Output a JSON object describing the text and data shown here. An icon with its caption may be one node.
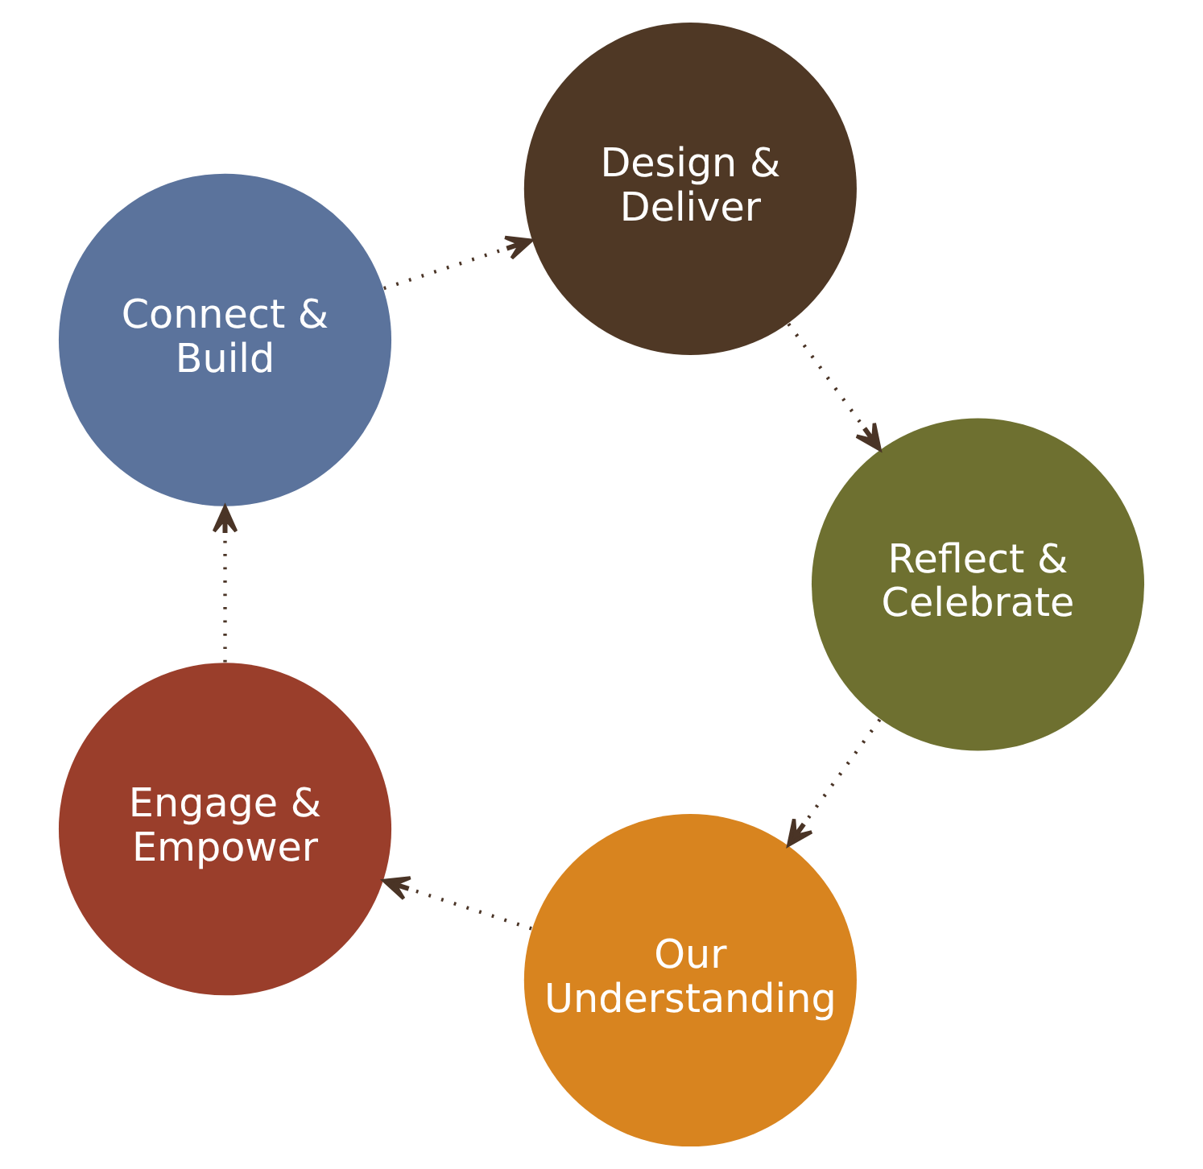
{
  "diagram": {
    "nodes": [
      {
        "text": [
          "Our Understanding"
        ]
      },
      {
        "text": [
          "Engage & Empower"
        ]
      },
      {
        "text": [
          "Connect & Build"
        ]
      },
      {
        "text": [
          "Design & Deliver"
        ]
      },
      {
        "text": [
          "Reflect & Celebrate"
        ]
      }
    ],
    "edges": [
      {
        "from": 0,
        "to": 1,
        "arrow": "to"
      },
      {
        "from": 1,
        "to": 2,
        "arrow": "to"
      },
      {
        "from": 2,
        "to": 3,
        "arrow": "to"
      },
      {
        "from": 3,
        "to": 4,
        "arrow": "to"
      },
      {
        "from": 4,
        "to": 0,
        "arrow": "to"
      }
    ]
  }
}
